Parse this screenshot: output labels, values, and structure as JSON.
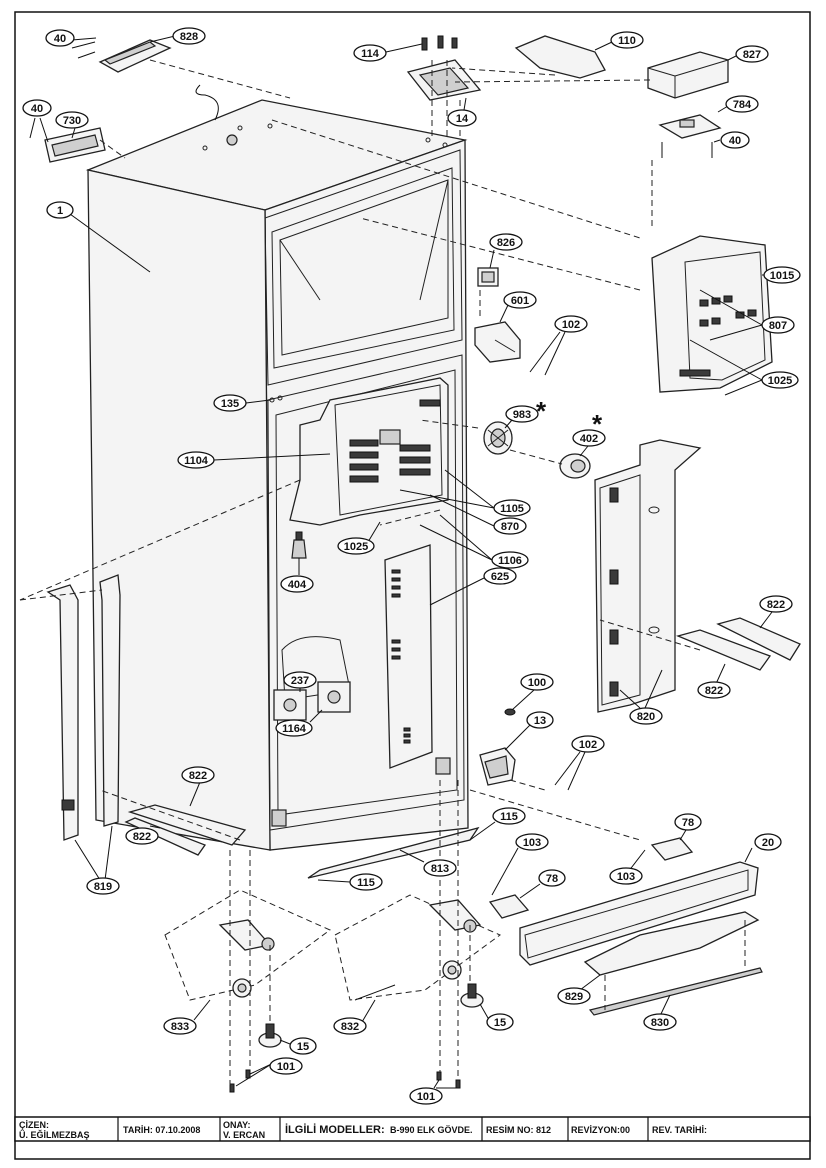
{
  "callouts": {
    "c40a": "40",
    "c828": "828",
    "c114": "114",
    "c110": "110",
    "c827": "827",
    "c40b": "40",
    "c730": "730",
    "c14": "14",
    "c784": "784",
    "c40c": "40",
    "c1": "1",
    "c826": "826",
    "c1015": "1015",
    "c601": "601",
    "c102a": "102",
    "c807": "807",
    "c1025a": "1025",
    "c135": "135",
    "c983": "983",
    "c402": "402",
    "c1104": "1104",
    "c1105": "1105",
    "c870": "870",
    "c1025b": "1025",
    "c1106": "1106",
    "c404": "404",
    "c625": "625",
    "c822a": "822",
    "c822b": "822",
    "c100": "100",
    "c237": "237",
    "c1164": "1164",
    "c13": "13",
    "c102b": "102",
    "c820": "820",
    "c822c": "822",
    "c78a": "78",
    "c20": "20",
    "c822d": "822",
    "c115a": "115",
    "c103a": "103",
    "c813": "813",
    "c103b": "103",
    "c819": "819",
    "c115b": "115",
    "c78b": "78",
    "c829": "829",
    "c833": "833",
    "c832": "832",
    "c830": "830",
    "c15a": "15",
    "c15b": "15",
    "c101a": "101",
    "c101b": "101"
  },
  "stars": {
    "s983": "*",
    "s402": "*"
  },
  "title_block": {
    "cizen_label": "ÇİZEN:",
    "cizen_name": "Ü. EĞİLMEZBAŞ",
    "tarih": "TARİH: 07.10.2008",
    "onay_label": "ONAY:",
    "onay_name": "V. ERCAN",
    "ilgili_label": "İLGİLİ MODELLER:",
    "ilgili_value": "B-990 ELK GÖVDE.",
    "resim": "RESİM NO: 812",
    "revizyon": "REVİZYON:00",
    "rev_tarihi": "REV. TARİHİ:"
  }
}
